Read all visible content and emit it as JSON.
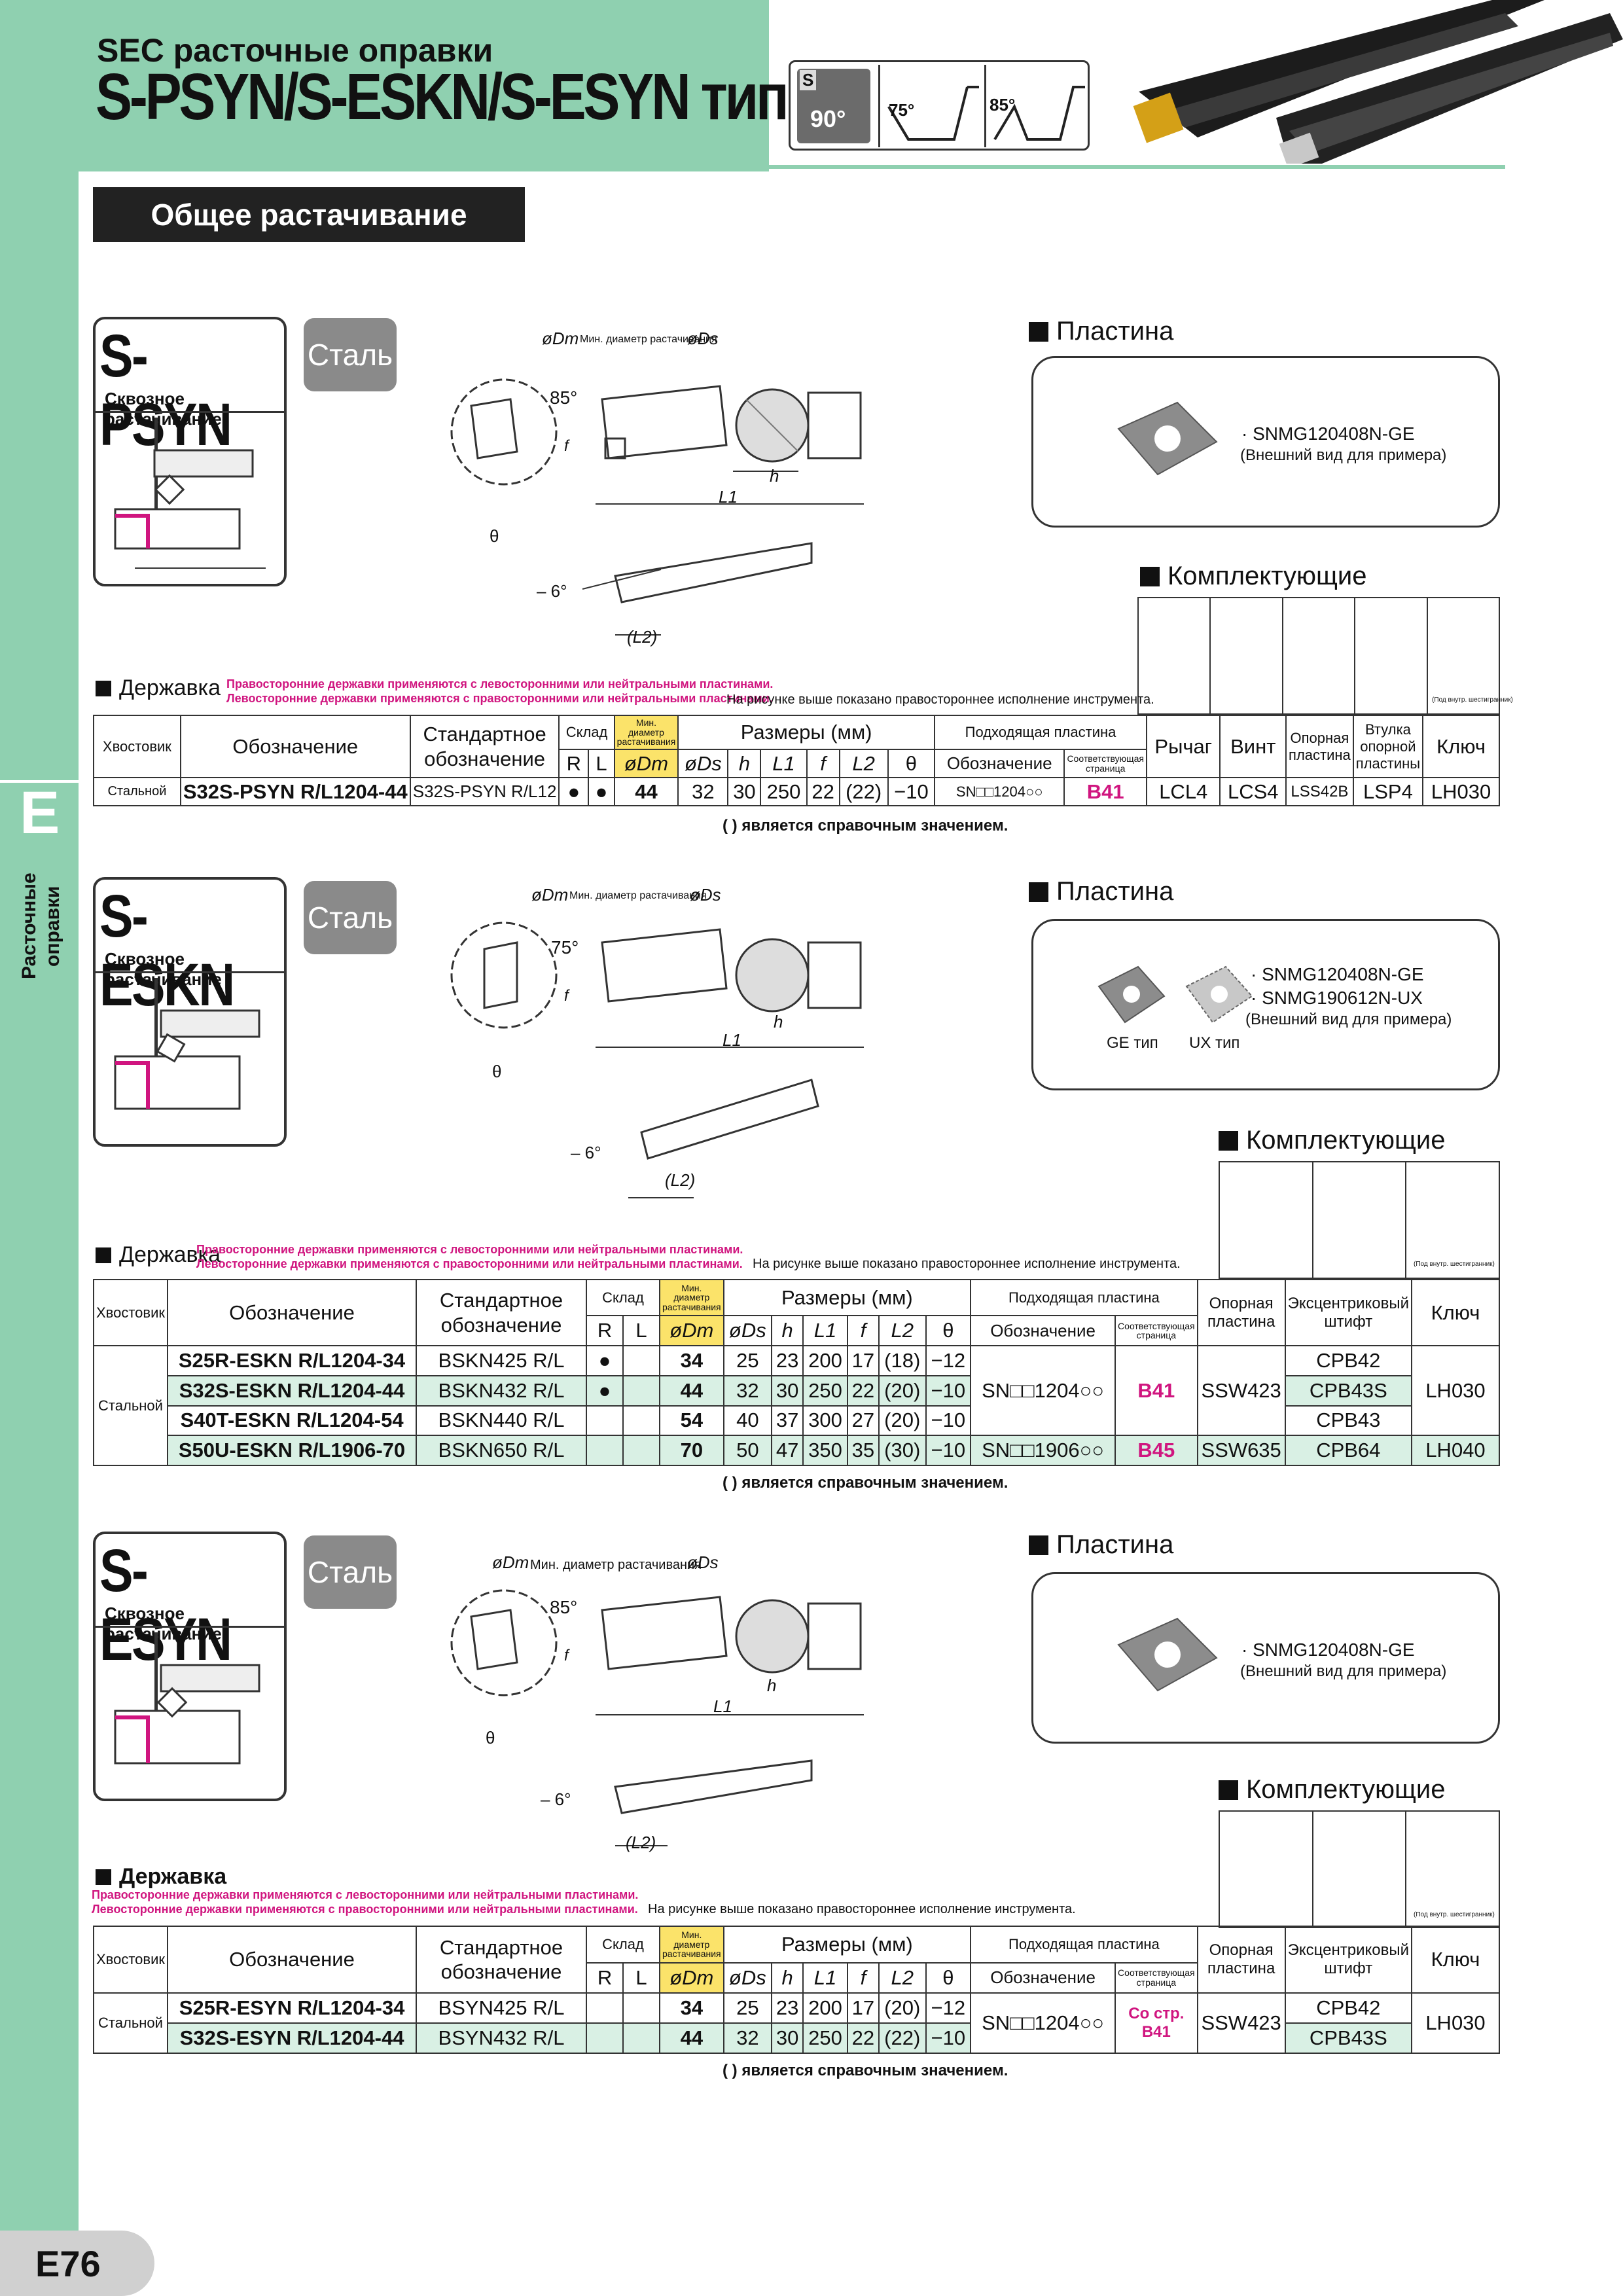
{
  "header": {
    "subtitle": "SEC расточные оправки",
    "title": "S-PSYN/S-ESKN/S-ESYN тип",
    "section": "Общее растачивание",
    "icon_s": "S",
    "icon_90": "90°",
    "icon_75": "75°",
    "icon_85": "85°"
  },
  "side": {
    "letter": "E",
    "label": "Расточные оправки"
  },
  "page_number": "E76",
  "labels": {
    "insert": "Пластина",
    "parts": "Комплектующие",
    "holder": "Державка",
    "steel": "Сталь",
    "through": "Сквозное растачивание",
    "example": "(Внешний вид для примера)",
    "drawing_note": "На рисунке выше показано правостороннее исполнение инструмента.",
    "ref_note": "( ) является справочным значением.",
    "pink1": "Правосторонние державки применяются с левосторонними или нейтральными пластинами.",
    "pink2": "Левосторонние державки применяются с правосторонними или нейтральными пластинами.",
    "key_note": "(Под внутр. шестигранник)"
  },
  "drawing": {
    "dm": "øDm",
    "dm_note": "Мин. диаметр растачивания",
    "ds": "øDs",
    "a85": "85°",
    "a75": "75°",
    "f": "f",
    "h": "h",
    "l1": "L1",
    "l2": "(L2)",
    "theta": "θ",
    "neg6": "– 6°"
  },
  "s1": {
    "name": "S-PSYN",
    "insert": "· SNMG120408N-GE",
    "parts": [
      "Рычаг",
      "Винт",
      "Опорная пластина",
      "Втулка опорной пластины",
      "Ключ"
    ],
    "cols": {
      "shank": "Хвостовик",
      "desig": "Обозначение",
      "std": "Стандартное обозначение",
      "stock": "Склад",
      "dims": "Размеры (мм)",
      "ins": "Подходящая пластина",
      "R": "R",
      "L": "L",
      "dmin": "Мин. диаметр растачивания",
      "dm": "øDm",
      "ds": "øDs",
      "h": "h",
      "l1": "L1",
      "f": "f",
      "l2": "L2",
      "th": "θ",
      "insd": "Обозначение",
      "page": "Соответствующая страница"
    },
    "row": {
      "shank": "Стальной",
      "desig": "S32S-PSYN R/L1204-44",
      "std": "S32S-PSYN R/L12",
      "r": "●",
      "l": "●",
      "dm": "44",
      "ds": "32",
      "h": "30",
      "l1": "250",
      "f": "22",
      "l2": "(22)",
      "th": "−10",
      "ins": "SN□□1204○○",
      "page": "B41",
      "p1": "LCL4",
      "p2": "LCS4",
      "p3": "LSS42B",
      "p4": "LSP4",
      "p5": "LH030"
    }
  },
  "s2": {
    "name": "S-ESKN",
    "insert1": "· SNMG120408N-GE",
    "insert2": "· SNMG190612N-UX",
    "ge": "GE тип",
    "ux": "UX тип",
    "parts": [
      "Опорная пластина",
      "Эксцентриковый штифт",
      "Ключ"
    ],
    "rows": [
      {
        "desig": "S25R-ESKN R/L1204-34",
        "std": "BSKN425 R/L",
        "r": "●",
        "dm": "34",
        "ds": "25",
        "h": "23",
        "l1": "200",
        "f": "17",
        "l2": "(18)",
        "th": "−12",
        "p2": "CPB42"
      },
      {
        "desig": "S32S-ESKN R/L1204-44",
        "std": "BSKN432 R/L",
        "r": "●",
        "dm": "44",
        "ds": "32",
        "h": "30",
        "l1": "250",
        "f": "22",
        "l2": "(20)",
        "th": "−10",
        "p2": "CPB43S"
      },
      {
        "desig": "S40T-ESKN R/L1204-54",
        "std": "BSKN440 R/L",
        "r": "",
        "dm": "54",
        "ds": "40",
        "h": "37",
        "l1": "300",
        "f": "27",
        "l2": "(20)",
        "th": "−10",
        "p2": "CPB43"
      },
      {
        "desig": "S50U-ESKN R/L1906-70",
        "std": "BSKN650 R/L",
        "r": "",
        "dm": "70",
        "ds": "50",
        "h": "47",
        "l1": "350",
        "f": "35",
        "l2": "(30)",
        "th": "−10",
        "p2": "CPB64"
      }
    ],
    "g1": {
      "ins": "SN□□1204○○",
      "page": "B41",
      "p1": "SSW423",
      "p3": "LH030"
    },
    "g2": {
      "ins": "SN□□1906○○",
      "page": "B45",
      "p1": "SSW635",
      "p3": "LH040"
    }
  },
  "s3": {
    "name": "S-ESYN",
    "insert": "· SNMG120408N-GE",
    "rows": [
      {
        "desig": "S25R-ESYN R/L1204-34",
        "std": "BSYN425 R/L",
        "dm": "34",
        "ds": "25",
        "h": "23",
        "l1": "200",
        "f": "17",
        "l2": "(20)",
        "th": "−12",
        "p2": "CPB42"
      },
      {
        "desig": "S32S-ESYN R/L1204-44",
        "std": "BSYN432 R/L",
        "dm": "44",
        "ds": "32",
        "h": "30",
        "l1": "250",
        "f": "22",
        "l2": "(22)",
        "th": "−10",
        "p2": "CPB43S"
      }
    ],
    "ins": "SN□□1204○○",
    "page": "Со стр. B41",
    "p1": "SSW423",
    "p3": "LH030"
  }
}
